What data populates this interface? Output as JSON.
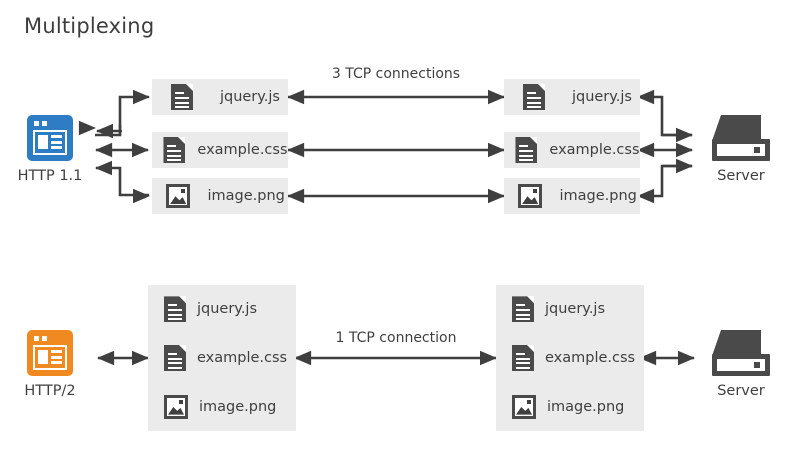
{
  "page": {
    "title": "Multiplexing",
    "background": "#ffffff",
    "text_color": "#3f3f3f"
  },
  "colors": {
    "http11_accent": "#2e7dc4",
    "http2_accent": "#f08a20",
    "icon_dark": "#4a4a4a",
    "box_fill": "#ebebeb",
    "arrow": "#3f3f3f"
  },
  "resources": [
    {
      "name": "jquery.js",
      "icon": "document-icon"
    },
    {
      "name": "example.css",
      "icon": "document-icon"
    },
    {
      "name": "image.png",
      "icon": "image-icon"
    }
  ],
  "sections": [
    {
      "id": "http11",
      "client": {
        "label": "HTTP 1.1",
        "icon": "browser-icon",
        "accent": "#2e7dc4"
      },
      "server": {
        "label": "Server",
        "icon": "server-icon"
      },
      "connection_label": "3 TCP connections",
      "grouping": "separate",
      "files": [
        {
          "name": "jquery.js",
          "icon": "document-icon"
        },
        {
          "name": "example.css",
          "icon": "document-icon"
        },
        {
          "name": "image.png",
          "icon": "image-icon"
        }
      ]
    },
    {
      "id": "http2",
      "client": {
        "label": "HTTP/2",
        "icon": "browser-icon",
        "accent": "#f08a20"
      },
      "server": {
        "label": "Server",
        "icon": "server-icon"
      },
      "connection_label": "1 TCP connection",
      "grouping": "single",
      "files": [
        {
          "name": "jquery.js",
          "icon": "document-icon"
        },
        {
          "name": "example.css",
          "icon": "document-icon"
        },
        {
          "name": "image.png",
          "icon": "image-icon"
        }
      ]
    }
  ]
}
